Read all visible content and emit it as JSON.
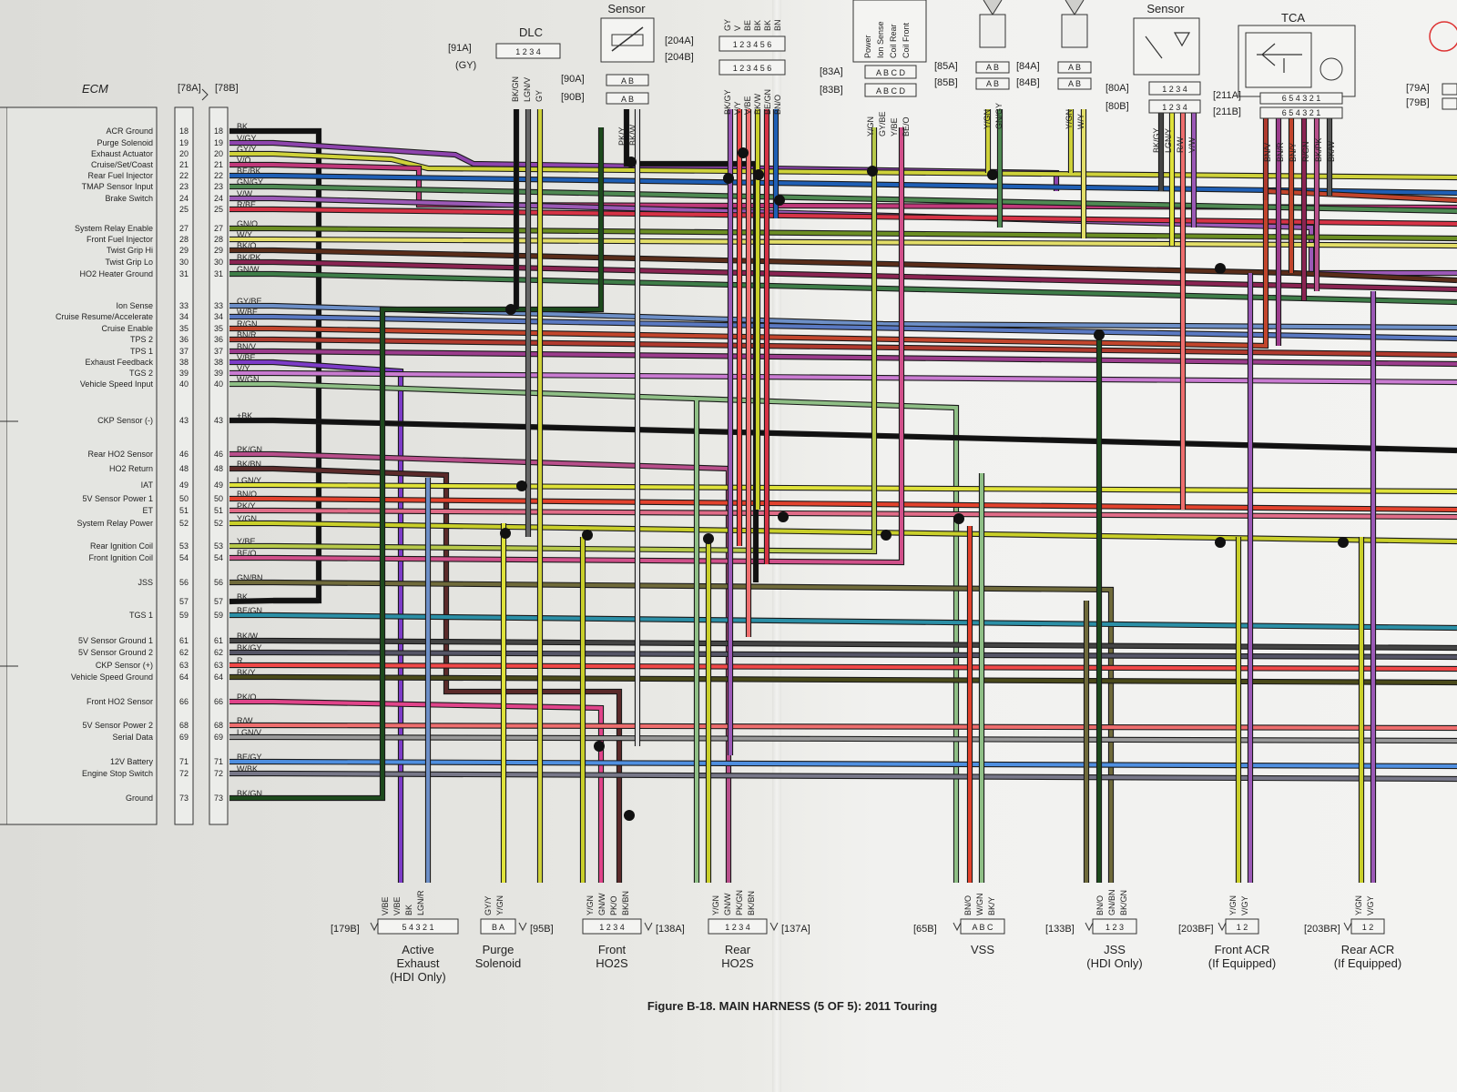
{
  "ecm": {
    "title": "ECM",
    "conn_a": "[78A]",
    "conn_b": "[78B]",
    "pins": [
      {
        "num": "18",
        "fn": "ACR Ground",
        "wire": "BK",
        "color": "#111111"
      },
      {
        "num": "19",
        "fn": "Purge Solenoid",
        "wire": "V/GY",
        "color": "#8e44ad"
      },
      {
        "num": "20",
        "fn": "Exhaust Actuator",
        "wire": "GY/Y",
        "color": "#cfd23a"
      },
      {
        "num": "21",
        "fn": "Cruise/Set/Coast",
        "wire": "V/O",
        "color": "#c0397a"
      },
      {
        "num": "22",
        "fn": "Rear Fuel Injector",
        "wire": "BE/BK",
        "color": "#1f5fb5"
      },
      {
        "num": "23",
        "fn": "TMAP Sensor Input",
        "wire": "GN/GY",
        "color": "#4f8a53"
      },
      {
        "num": "24",
        "fn": "Brake Switch",
        "wire": "V/W",
        "color": "#9b59b6"
      },
      {
        "num": "25",
        "fn": "",
        "wire": "R/BE",
        "color": "#d63346"
      },
      {
        "num": "27",
        "fn": "System Relay Enable",
        "wire": "GN/O",
        "color": "#6b8e23"
      },
      {
        "num": "28",
        "fn": "Front Fuel Injector",
        "wire": "W/Y",
        "color": "#e3de68"
      },
      {
        "num": "29",
        "fn": "Twist Grip Hi",
        "wire": "BK/O",
        "color": "#5a2d1a"
      },
      {
        "num": "30",
        "fn": "Twist Grip Lo",
        "wire": "BK/PK",
        "color": "#8a2452"
      },
      {
        "num": "31",
        "fn": "HO2 Heater Ground",
        "wire": "GN/W",
        "color": "#3e7d48"
      },
      {
        "num": "33",
        "fn": "Ion Sense",
        "wire": "GY/BE",
        "color": "#6d8fc7"
      },
      {
        "num": "34",
        "fn": "Cruise Resume/Accelerate",
        "wire": "W/BE",
        "color": "#5a79c2"
      },
      {
        "num": "35",
        "fn": "Cruise Enable",
        "wire": "R/GN",
        "color": "#c2452c"
      },
      {
        "num": "36",
        "fn": "TPS 2",
        "wire": "BN/R",
        "color": "#b03a2e"
      },
      {
        "num": "37",
        "fn": "TPS 1",
        "wire": "BN/V",
        "color": "#9b3c8c"
      },
      {
        "num": "38",
        "fn": "Exhaust Feedback",
        "wire": "V/BE",
        "color": "#7d3cc8"
      },
      {
        "num": "39",
        "fn": "TGS 2",
        "wire": "V/Y",
        "color": "#c97bd1"
      },
      {
        "num": "40",
        "fn": "Vehicle Speed Input",
        "wire": "W/GN",
        "color": "#8fbf86"
      },
      {
        "num": "43",
        "fn": "CKP Sensor (-)",
        "wire": "+BK",
        "color": "#111111"
      },
      {
        "num": "46",
        "fn": "Rear HO2 Sensor",
        "wire": "PK/GN",
        "color": "#b84f8b"
      },
      {
        "num": "48",
        "fn": "HO2 Return",
        "wire": "BK/BN",
        "color": "#5b2a2a"
      },
      {
        "num": "49",
        "fn": "IAT",
        "wire": "LGN/Y",
        "color": "#dfe23a"
      },
      {
        "num": "50",
        "fn": "5V Sensor Power 1",
        "wire": "BN/O",
        "color": "#e2422d"
      },
      {
        "num": "51",
        "fn": "ET",
        "wire": "PK/Y",
        "color": "#e06c88"
      },
      {
        "num": "52",
        "fn": "System Relay Power",
        "wire": "Y/GN",
        "color": "#c9cf2a"
      },
      {
        "num": "53",
        "fn": "Rear Ignition Coil",
        "wire": "Y/BE",
        "color": "#b7c94a"
      },
      {
        "num": "54",
        "fn": "Front Ignition Coil",
        "wire": "BE/O",
        "color": "#d0508a"
      },
      {
        "num": "56",
        "fn": "JSS",
        "wire": "GN/BN",
        "color": "#6f6a3a"
      },
      {
        "num": "57",
        "fn": "",
        "wire": "BK",
        "color": "#111111"
      },
      {
        "num": "59",
        "fn": "TGS 1",
        "wire": "BE/GN",
        "color": "#2b8fa6"
      },
      {
        "num": "61",
        "fn": "5V Sensor Ground 1",
        "wire": "BK/W",
        "color": "#444444"
      },
      {
        "num": "62",
        "fn": "5V Sensor Ground 2",
        "wire": "BK/GY",
        "color": "#555566"
      },
      {
        "num": "63",
        "fn": "CKP Sensor (+)",
        "wire": "R",
        "color": "#f04848"
      },
      {
        "num": "64",
        "fn": "Vehicle Speed Ground",
        "wire": "BK/Y",
        "color": "#4a4a1a"
      },
      {
        "num": "66",
        "fn": "Front HO2 Sensor",
        "wire": "PK/O",
        "color": "#e0448a"
      },
      {
        "num": "68",
        "fn": "5V Sensor Power 2",
        "wire": "R/W",
        "color": "#ee6e6e"
      },
      {
        "num": "69",
        "fn": "Serial Data",
        "wire": "LGN/V",
        "color": "#9a9a9a"
      },
      {
        "num": "71",
        "fn": "12V Battery",
        "wire": "BE/GY",
        "color": "#4f8fe0"
      },
      {
        "num": "72",
        "fn": "Engine Stop Switch",
        "wire": "W/BK",
        "color": "#777788"
      },
      {
        "num": "73",
        "fn": "Ground",
        "wire": "BK/GN",
        "color": "#1d4a1d"
      }
    ]
  },
  "top_connectors": {
    "dlc": {
      "title": "DLC",
      "conn": "[91A]",
      "sub": "(GY)",
      "pins": "1 2 3 4",
      "wires": [
        "BK/GN",
        "LGN/V",
        "GY"
      ]
    },
    "sensor_90": {
      "title": "Sensor",
      "conn_a": "[90A]",
      "conn_b": "[90B]",
      "pins": "A B",
      "wires": [
        "PK/Y",
        "BK/W"
      ]
    },
    "conn_204": {
      "conn_a": "[204A]",
      "conn_b": "[204B]",
      "pins": "1 2 3 4 5 6",
      "wires": [
        "BK/GY",
        "V/Y",
        "V/BE",
        "BK/W",
        "BE/GN",
        "BN/O"
      ],
      "top_wires": [
        "GY",
        "V",
        "BE",
        "BK",
        "BK",
        "BN"
      ]
    },
    "conn_83": {
      "conn_a": "[83A]",
      "conn_b": "[83B]",
      "pins": "A B C D",
      "labels": [
        "Power",
        "Ion Sense",
        "Coil Rear",
        "Coil Front"
      ],
      "wires": [
        "Y/GN",
        "GY/BE",
        "Y/BE",
        "BE/O"
      ]
    },
    "conn_85": {
      "conn_a": "[85A]",
      "conn_b": "[85B]",
      "pins": "A B",
      "wires": [
        "Y/GN",
        "GN/GY"
      ]
    },
    "conn_84": {
      "conn_a": "[84A]",
      "conn_b": "[84B]",
      "pins": "A B",
      "wires": [
        "Y/GN",
        "W/Y"
      ]
    },
    "sensor_80": {
      "title": "Sensor",
      "conn_a": "[80A]",
      "conn_b": "[80B]",
      "pins": "1 2 3 4",
      "wires": [
        "BK/GY",
        "LGN/Y",
        "R/W",
        "V/W"
      ]
    },
    "tca": {
      "title": "TCA",
      "conn_a": "[211A]",
      "conn_b": "[211B]",
      "pins": "6 5 4 3 2 1",
      "wires": [
        "BN/V",
        "BN/R",
        "BN/Y",
        "R/GN",
        "BK/PK",
        "BK/W"
      ]
    },
    "conn_79": {
      "conn_a": "[79A]",
      "conn_b": "[79B]"
    }
  },
  "bottom_connectors": [
    {
      "conn": "[179B]",
      "pins": "5 4 3 2 1",
      "wires": [
        "V/BE",
        "V/BE",
        "BK",
        "LGN/R"
      ],
      "name": "Active\nExhaust\n(HDI Only)"
    },
    {
      "conn": "[95B]",
      "pins": "B A",
      "wires": [
        "GY/Y",
        "Y/GN"
      ],
      "name": "Purge\nSolenoid"
    },
    {
      "conn": "[138A]",
      "pins": "1 2 3 4",
      "wires": [
        "Y/GN",
        "GN/W",
        "PK/O",
        "BK/BN"
      ],
      "name": "Front\nHO2S"
    },
    {
      "conn": "[137A]",
      "pins": "1 2 3 4",
      "wires": [
        "Y/GN",
        "GN/W",
        "PK/GN",
        "BK/BN"
      ],
      "name": "Rear\nHO2S"
    },
    {
      "conn": "[65B]",
      "pins": "A B C",
      "wires": [
        "BN/O",
        "W/GN",
        "BK/Y"
      ],
      "name": "VSS"
    },
    {
      "conn": "[133B]",
      "pins": "1 2 3",
      "wires": [
        "BN/O",
        "GN/BN",
        "BK/GN"
      ],
      "name": "JSS\n(HDI Only)"
    },
    {
      "conn": "[203BF]",
      "pins": "1 2",
      "wires": [
        "Y/GN",
        "V/GY"
      ],
      "name": "Front ACR\n(If Equipped)"
    },
    {
      "conn": "[203BR]",
      "pins": "1 2",
      "wires": [
        "Y/GN",
        "V/GY"
      ],
      "name": "Rear ACR\n(If Equipped)"
    }
  ],
  "caption": "Figure B-18. MAIN HARNESS (5 OF 5): 2011 Touring"
}
